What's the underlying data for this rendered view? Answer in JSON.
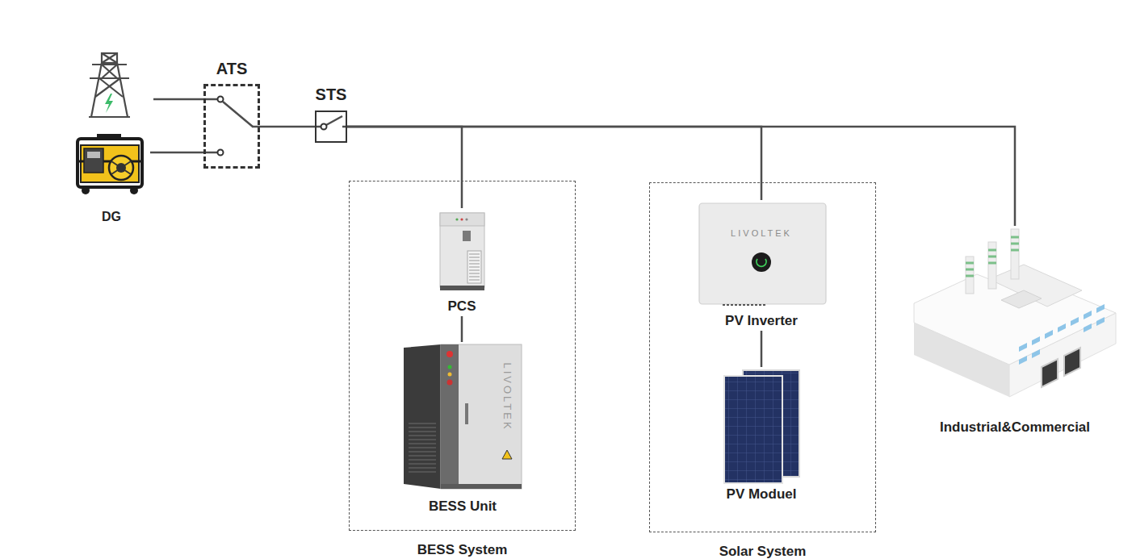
{
  "diagram": {
    "nodes": [
      {
        "text": [
          "ATS"
        ]
      },
      {
        "text": [
          "DG"
        ]
      },
      {
        "text": [
          "STS"
        ]
      },
      {
        "text": [
          "BESS System"
        ]
      },
      {
        "text": [
          "PCS"
        ],
        "in": 3
      },
      {
        "text": [
          "BESS Unit"
        ],
        "in": 3
      },
      {
        "text": [
          "Solar System"
        ]
      },
      {
        "text": [
          "PV Inverter"
        ],
        "in": 6
      },
      {
        "text": [
          "PV Moduel"
        ],
        "in": 6
      },
      {
        "text": [
          "Industrial&Commercial"
        ]
      }
    ],
    "edges": [
      {
        "from": 1,
        "to": 0,
        "arrow": "none"
      },
      {
        "from": 0,
        "to": 2,
        "arrow": "none"
      },
      {
        "from": 2,
        "to": 4,
        "arrow": "none"
      },
      {
        "from": 2,
        "to": 7,
        "arrow": "none"
      },
      {
        "from": 2,
        "to": 9,
        "arrow": "none"
      },
      {
        "from": 4,
        "to": 5,
        "arrow": "none"
      },
      {
        "from": 7,
        "to": 8,
        "arrow": "none"
      }
    ],
    "labels": [
      "LIVOLTEK",
      "LIVOLTEK"
    ]
  }
}
